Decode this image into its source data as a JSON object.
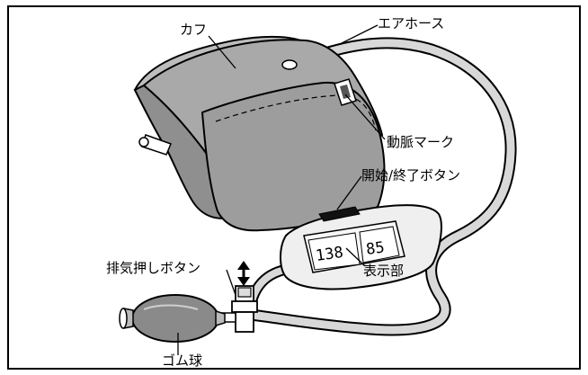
{
  "labels": {
    "cuff": "カフ",
    "air_hose": "エアホース",
    "artery_mark": "動脈マーク",
    "start_stop_button": "開始/終了ボタン",
    "exhaust_button": "排気押しボタン",
    "display": "表示部",
    "rubber_bulb": "ゴム球"
  },
  "device": {
    "lcd_systolic": "138",
    "lcd_diastolic": "85"
  }
}
